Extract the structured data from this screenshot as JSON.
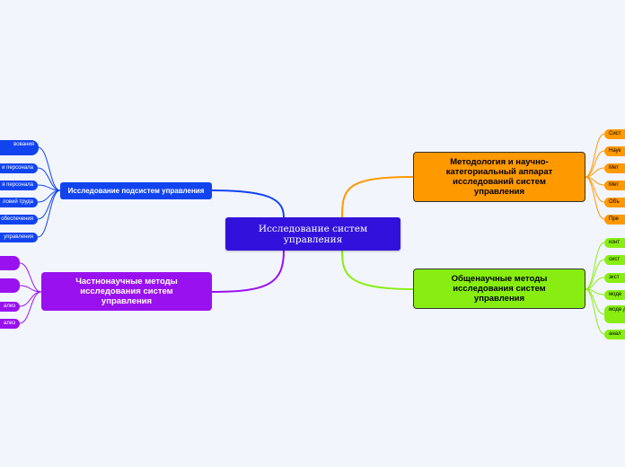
{
  "central": {
    "label": "Исследование систем управления"
  },
  "branches": {
    "methodology": {
      "label": "Методология и научно-категориальный аппарат исследований систем управления",
      "color": "#ff9900",
      "items": [
        "Сист",
        "Наук",
        "Мет",
        "Мет",
        "Объ",
        "Пре"
      ]
    },
    "general_methods": {
      "label": "Общенаучные методы исследования систем управления",
      "color": "#88ee11",
      "items": [
        "конт",
        "сист",
        "экст",
        "моде",
        "моде деят",
        "анал"
      ]
    },
    "subsystems": {
      "label": "Исследование подсистем управления",
      "color": "#1144ee",
      "items": [
        "вования",
        "и персонала",
        "я персонала",
        "ловий труда",
        "обеспечения",
        "управления"
      ]
    },
    "specific_methods": {
      "label": "Частнонаучные методы исследования систем управления",
      "color": "#9911ee",
      "items": [
        "",
        "",
        "ализ",
        "ализ"
      ]
    }
  },
  "colors": {
    "background": "#f3f5fd",
    "central": "#3311dd"
  }
}
